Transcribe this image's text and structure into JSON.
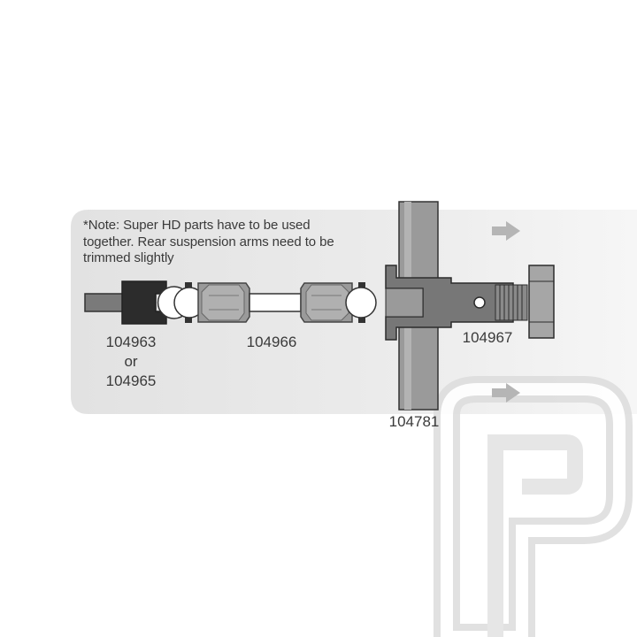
{
  "note": "*Note: Super HD parts have to be used\ntogether. Rear suspension arms need to be\ntrimmed slightly",
  "labels": {
    "part_a": "104963",
    "or": "or",
    "part_b": "104965",
    "driveshaft": "104966",
    "axle": "104967",
    "hub": "104781"
  },
  "colors": {
    "panel": "#e5e5e5",
    "part_dark": "#2c2c2c",
    "part_mid": "#777777",
    "part_light": "#a6a6a6",
    "arrow": "#b5b5b5",
    "text": "#3a3a3a"
  },
  "watermark_icon": "p-logo-watermark"
}
